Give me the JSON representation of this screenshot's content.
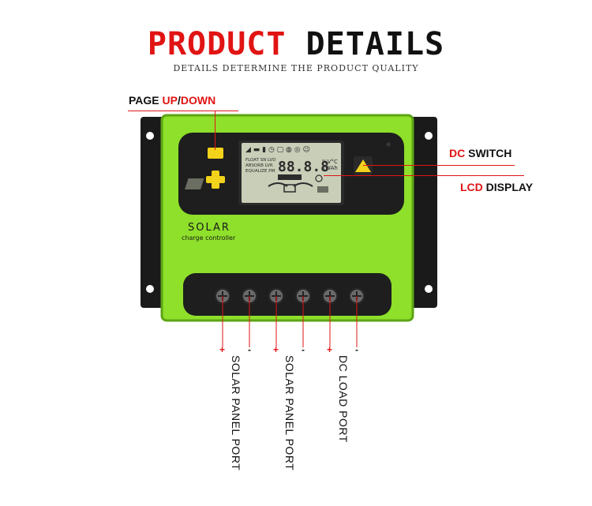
{
  "header": {
    "title_red": "PRODUCT",
    "title_black": "DETAILS",
    "subtitle": "DETAILS DETERMINE THE PRODUCT QUALITY"
  },
  "callouts": {
    "page_updown": {
      "prefix": "PAGE ",
      "up": "UP",
      "sep": "/",
      "down": "DOWN"
    },
    "dc_switch": {
      "hl": "DC",
      "rest": " SWITCH"
    },
    "lcd_display": {
      "hl": "LCD",
      "rest": " DISPLAY"
    }
  },
  "device": {
    "brand": "SOLAR",
    "subbrand": "charge controller",
    "lcd": {
      "status_line1": "FLOAT SN LVD",
      "status_line2": "ABSORB LVR",
      "status_line3": "EQUALIZE PM",
      "digits": "88.8.8",
      "units1": "%V°C",
      "units2": "kWAh"
    }
  },
  "terminals": {
    "signs": [
      "+",
      "-",
      "+",
      "-",
      "+",
      "-"
    ],
    "ports": [
      "SOLAR PANEL PORT",
      "SOLAR PANEL PORT",
      "DC LOAD PORT"
    ]
  },
  "colors": {
    "accent_red": "#e11414",
    "body_green": "#8ee02a",
    "housing_dark": "#1e1e1e",
    "button_yellow": "#f2d21a"
  }
}
